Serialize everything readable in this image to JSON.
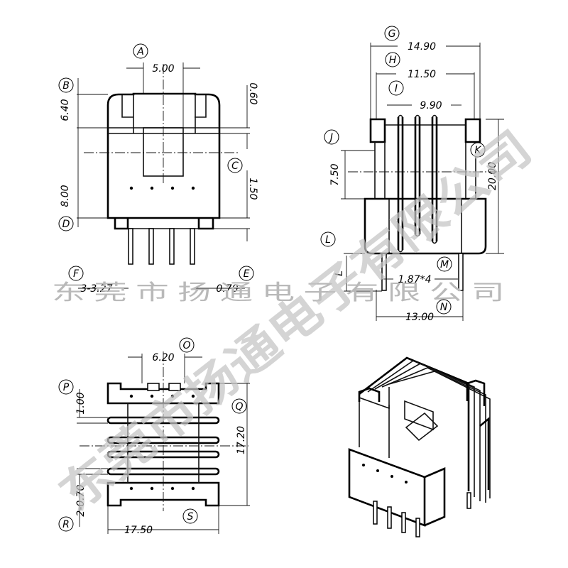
{
  "watermark": {
    "light": "东莞市扬通电子有限公司",
    "bold": "东莞市扬通电子有限公司"
  },
  "labels": {
    "A": "A",
    "B": "B",
    "C": "C",
    "D": "D",
    "E": "E",
    "F": "F",
    "G": "G",
    "H": "H",
    "I": "I",
    "J": "J",
    "K": "K",
    "L": "L",
    "M": "M",
    "N": "N",
    "O": "O",
    "P": "P",
    "Q": "Q",
    "R": "R",
    "S": "S"
  },
  "dimensions": {
    "a": "5.00",
    "b": "6.40",
    "c_top": "0.60",
    "c": "1.50",
    "d": "8.00",
    "f": "3-3.27",
    "e": "0.70",
    "g": "14.90",
    "h": "11.50",
    "i": "9.90",
    "j": "7.50",
    "k": "20.00",
    "l": "L",
    "m": "1.87*4",
    "n": "13.00",
    "o": "6.20",
    "p": "1.00",
    "q": "17.20",
    "r": "2-0.70",
    "s": "17.50"
  }
}
